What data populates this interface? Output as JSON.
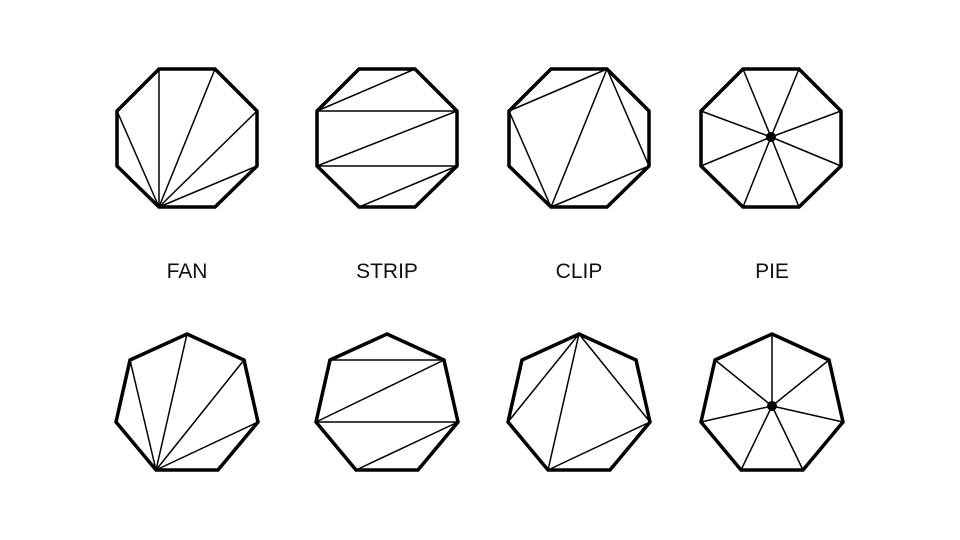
{
  "labels": [
    "FAN",
    "STRIP",
    "CLIP",
    "PIE"
  ],
  "colors": {
    "background": "#ffffff",
    "stroke": "#000000",
    "text": "#111111"
  },
  "rows": [
    {
      "polygon": "octagon",
      "sides": 8
    },
    {
      "polygon": "heptagon",
      "sides": 7
    }
  ]
}
